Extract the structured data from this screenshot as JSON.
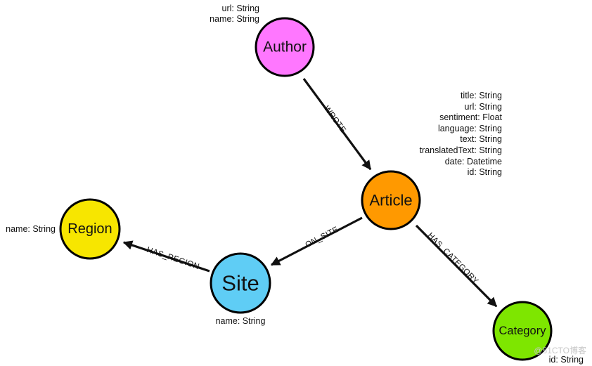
{
  "nodes": {
    "author": {
      "label": "Author",
      "color": "#ff77ff",
      "properties": [
        "url: String",
        "name: String"
      ]
    },
    "article": {
      "label": "Article",
      "color": "#ff9900",
      "properties": [
        "title: String",
        "url: String",
        "sentiment: Float",
        "language: String",
        "text: String",
        "translatedText: String",
        "date: Datetime",
        "id: String"
      ]
    },
    "region": {
      "label": "Region",
      "color": "#f7e600",
      "properties": [
        "name: String"
      ]
    },
    "site": {
      "label": "Site",
      "color": "#5fcdf5",
      "properties": [
        "name: String"
      ]
    },
    "category": {
      "label": "Category",
      "color": "#7ee600",
      "properties": [
        "id: String"
      ]
    }
  },
  "edges": {
    "wrote": {
      "label": "WROTE"
    },
    "on_site": {
      "label": "ON_SITE"
    },
    "has_region": {
      "label": "HAS_REGION"
    },
    "has_category": {
      "label": "HAS_CATEGORY"
    }
  },
  "watermark": "@51CTO博客"
}
